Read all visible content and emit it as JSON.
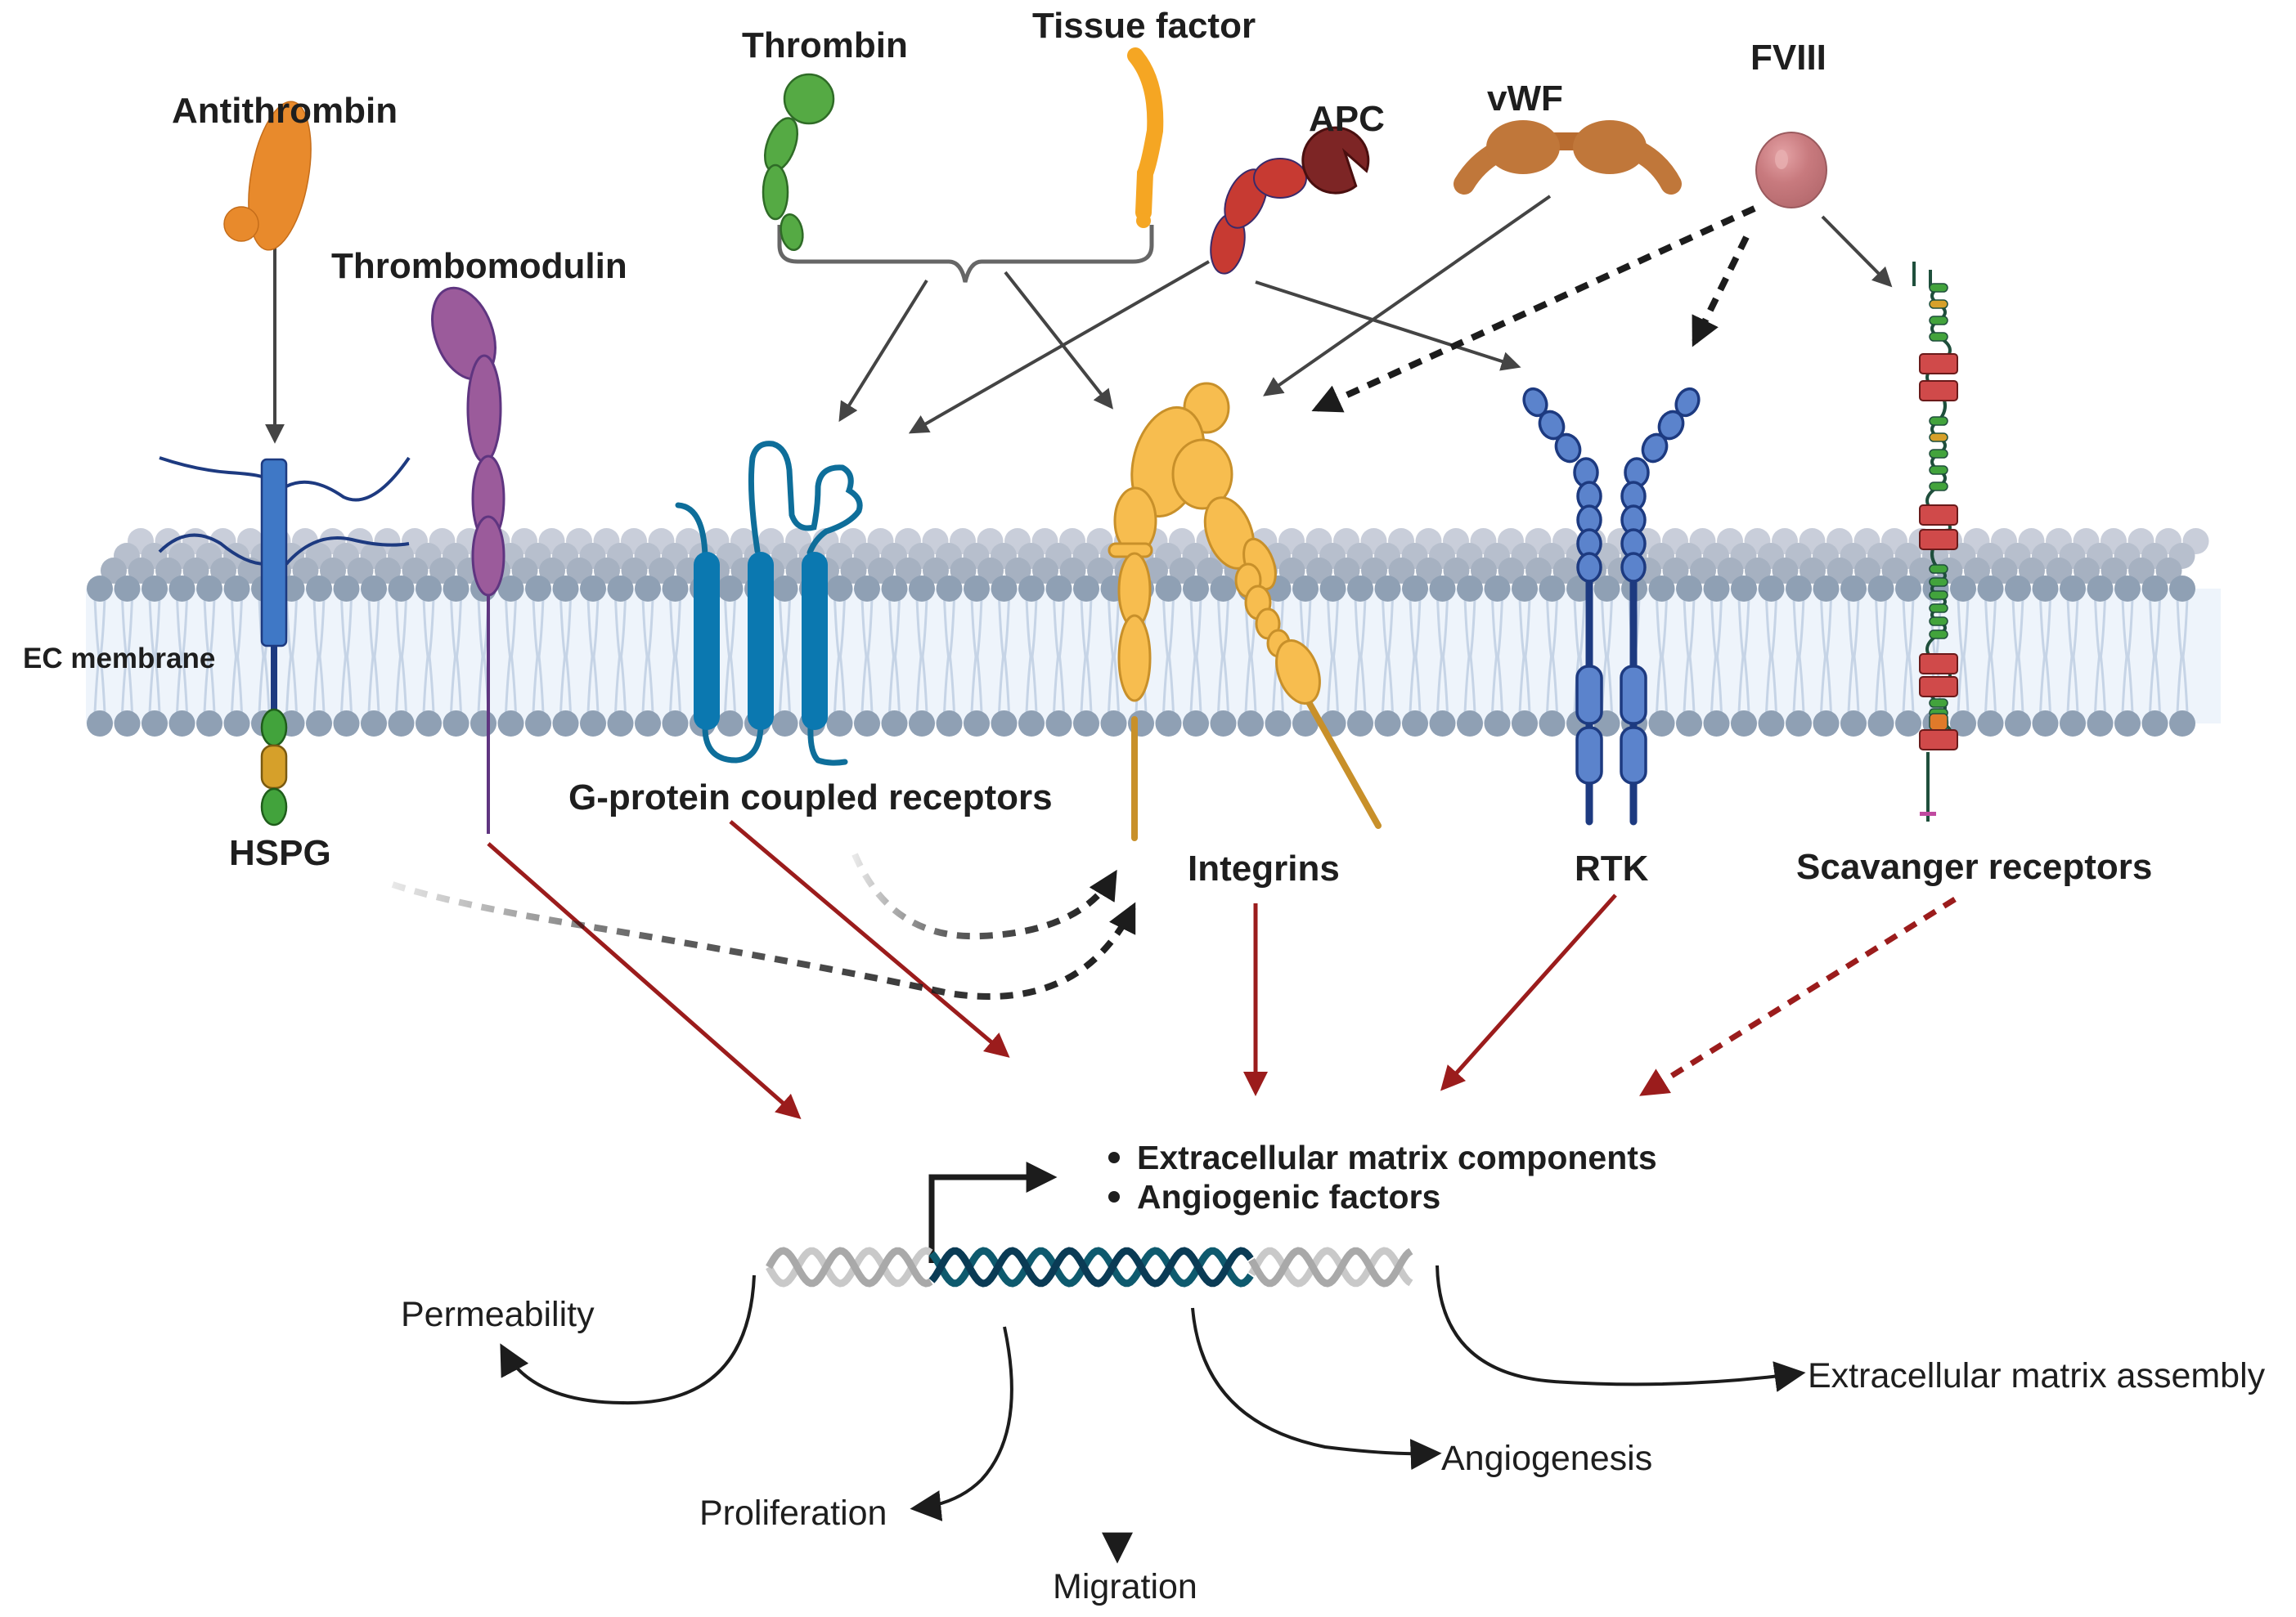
{
  "figure": {
    "membrane_label": "EC membrane",
    "ligands": [
      {
        "id": "antithrombin",
        "label": "Antithrombin",
        "color": "#e88a2c"
      },
      {
        "id": "thrombomodulin",
        "label": "Thrombomodulin",
        "color": "#9b5b9b"
      },
      {
        "id": "thrombin",
        "label": "Thrombin",
        "color": "#55aa44"
      },
      {
        "id": "tissue-factor",
        "label": "Tissue  factor",
        "color": "#f5a623"
      },
      {
        "id": "apc",
        "label": "APC",
        "color": "#c73a32"
      },
      {
        "id": "vwf",
        "label": "vWF",
        "color": "#c0773a"
      },
      {
        "id": "fviii",
        "label": "FVIII",
        "color": "#c87a7e"
      }
    ],
    "receptors": [
      {
        "id": "hspg",
        "label": "HSPG",
        "color": "#3f78c6"
      },
      {
        "id": "gpcr",
        "label": "G-protein coupled receptors",
        "color": "#0b78b0"
      },
      {
        "id": "integrins",
        "label": "Integrins",
        "color": "#f7bd4f"
      },
      {
        "id": "rtk",
        "label": "RTK",
        "color": "#5b83cc"
      },
      {
        "id": "scavenger",
        "label": "Scavanger receptors",
        "color": "#d04a4a"
      }
    ],
    "gene_products": [
      "Extracellular matrix components",
      "Angiogenic factors"
    ],
    "outcomes": [
      {
        "id": "permeability",
        "label": "Permeability"
      },
      {
        "id": "proliferation",
        "label": "Proliferation"
      },
      {
        "id": "migration",
        "label": "Migration"
      },
      {
        "id": "angiogenesis",
        "label": "Angiogenesis"
      },
      {
        "id": "ecm-assembly",
        "label": "Extracellular matrix assembly"
      }
    ],
    "edges": [
      {
        "from": "antithrombin",
        "to": "hspg",
        "style": "solid-gray"
      },
      {
        "from": "thrombin+tissue-factor",
        "to": "gpcr",
        "style": "solid-gray"
      },
      {
        "from": "thrombin+tissue-factor",
        "to": "integrins",
        "style": "solid-gray"
      },
      {
        "from": "apc",
        "to": "gpcr",
        "style": "solid-gray"
      },
      {
        "from": "apc",
        "to": "rtk",
        "style": "solid-gray"
      },
      {
        "from": "vwf",
        "to": "integrins",
        "style": "solid-gray"
      },
      {
        "from": "fviii",
        "to": "integrins",
        "style": "dashed-black"
      },
      {
        "from": "fviii",
        "to": "rtk",
        "style": "dashed-black"
      },
      {
        "from": "fviii",
        "to": "scavenger",
        "style": "solid-gray"
      },
      {
        "from": "hspg",
        "to": "integrins",
        "style": "dashed-black"
      },
      {
        "from": "gpcr",
        "to": "integrins",
        "style": "dashed-black"
      },
      {
        "from": "thrombomodulin",
        "to": "nucleus",
        "style": "solid-red"
      },
      {
        "from": "gpcr",
        "to": "nucleus",
        "style": "solid-red"
      },
      {
        "from": "integrins",
        "to": "nucleus",
        "style": "solid-red"
      },
      {
        "from": "rtk",
        "to": "nucleus",
        "style": "solid-red"
      },
      {
        "from": "scavenger",
        "to": "nucleus",
        "style": "dashed-red"
      }
    ],
    "colors": {
      "lipid_head": "#8fa0b4",
      "lipid_head_back": "#c5cad6",
      "lipid_tail": "#c6d4e6",
      "membrane_fill": "#eef4fb",
      "dna_active": "#0e5a6e",
      "dna_inactive": "#bdbdbd",
      "signal_red": "#9b1c1c"
    }
  }
}
